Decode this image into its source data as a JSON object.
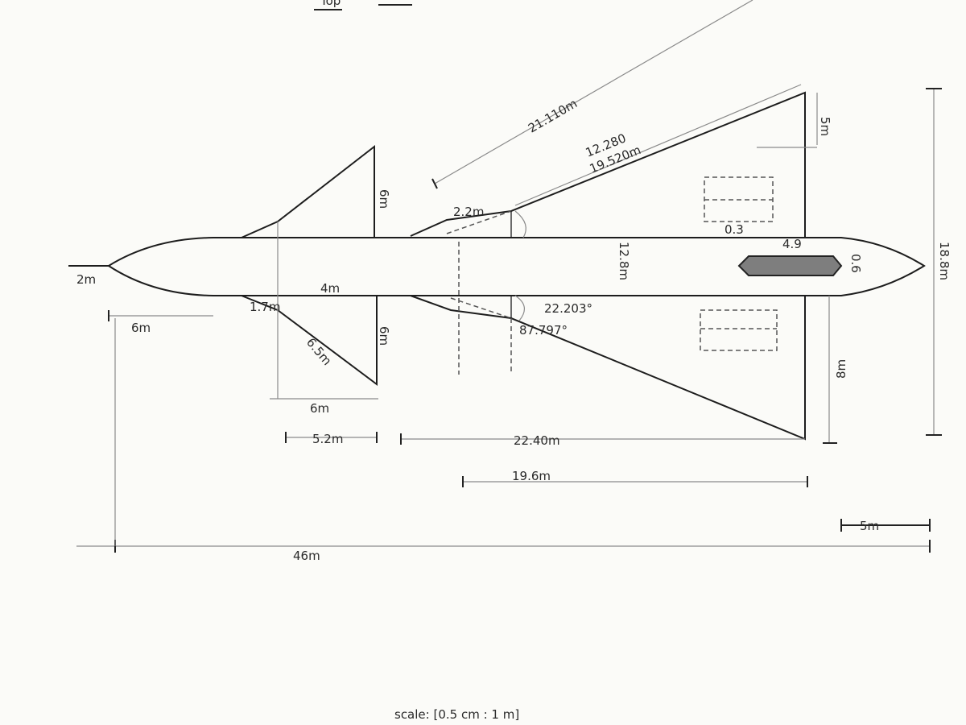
{
  "title": "Top",
  "labels": {
    "probe": "2m",
    "nose_len": "6m",
    "fuselage_gap": "4m",
    "canard_root_edge": "1.7m",
    "canard_leading": "6.5m",
    "canard_top_span": "6m",
    "canard_bottom_span": "6m",
    "canard_chord": "6m",
    "canard_root": "5.2m",
    "wing_strake": "2.2m",
    "wing_diag": "21.110m",
    "wing_leading_a": "12.280",
    "wing_leading_b": "19.520m",
    "fuselage_width": "12.8m",
    "angle_a": "22.203°",
    "angle_b": "87.797°",
    "wing_root": "22.40m",
    "wing_chord": "19.6m",
    "wing_tip": "5m",
    "half_span": "8m",
    "total_span": "18.8m",
    "missile_len": "4.9",
    "missile_w": "0.6",
    "missile_off": "0.3",
    "total_length": "46m",
    "scale_bar": "5m",
    "scale": "scale: [0.5 cm : 1 m]"
  }
}
